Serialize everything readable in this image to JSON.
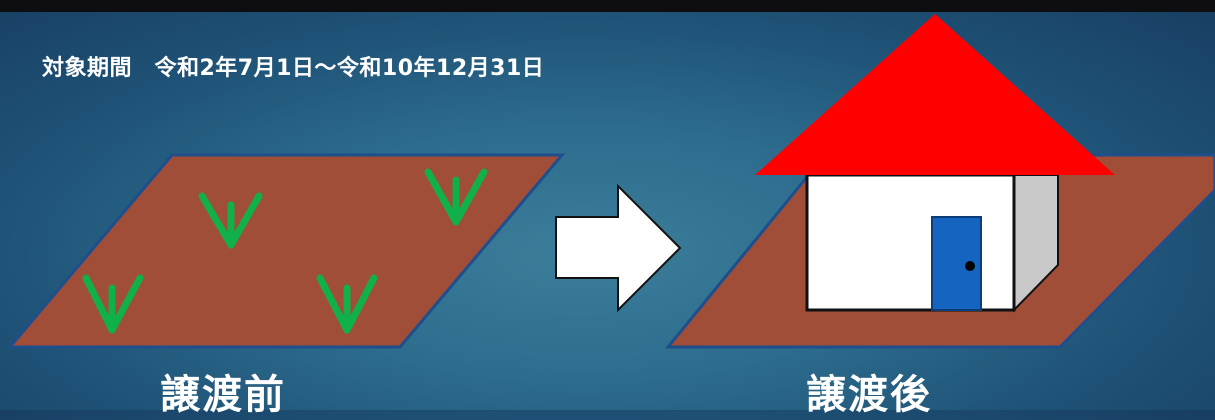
{
  "header": {
    "period_text": "対象期間　令和2年7月1日～令和10年12月31日"
  },
  "before": {
    "caption": "譲渡前",
    "land_color": "#a04e38",
    "land_outline_color": "#1e4f8c",
    "sprout_color": "#10b04a"
  },
  "after": {
    "caption": "譲渡後",
    "land_color": "#a04e38",
    "roof_color": "#ff0000",
    "wall_color": "#ffffff",
    "side_wall_color": "#c8c8c8",
    "door_color": "#1565c0"
  },
  "arrow": {
    "color": "#ffffff",
    "icon": "right-arrow-icon"
  }
}
